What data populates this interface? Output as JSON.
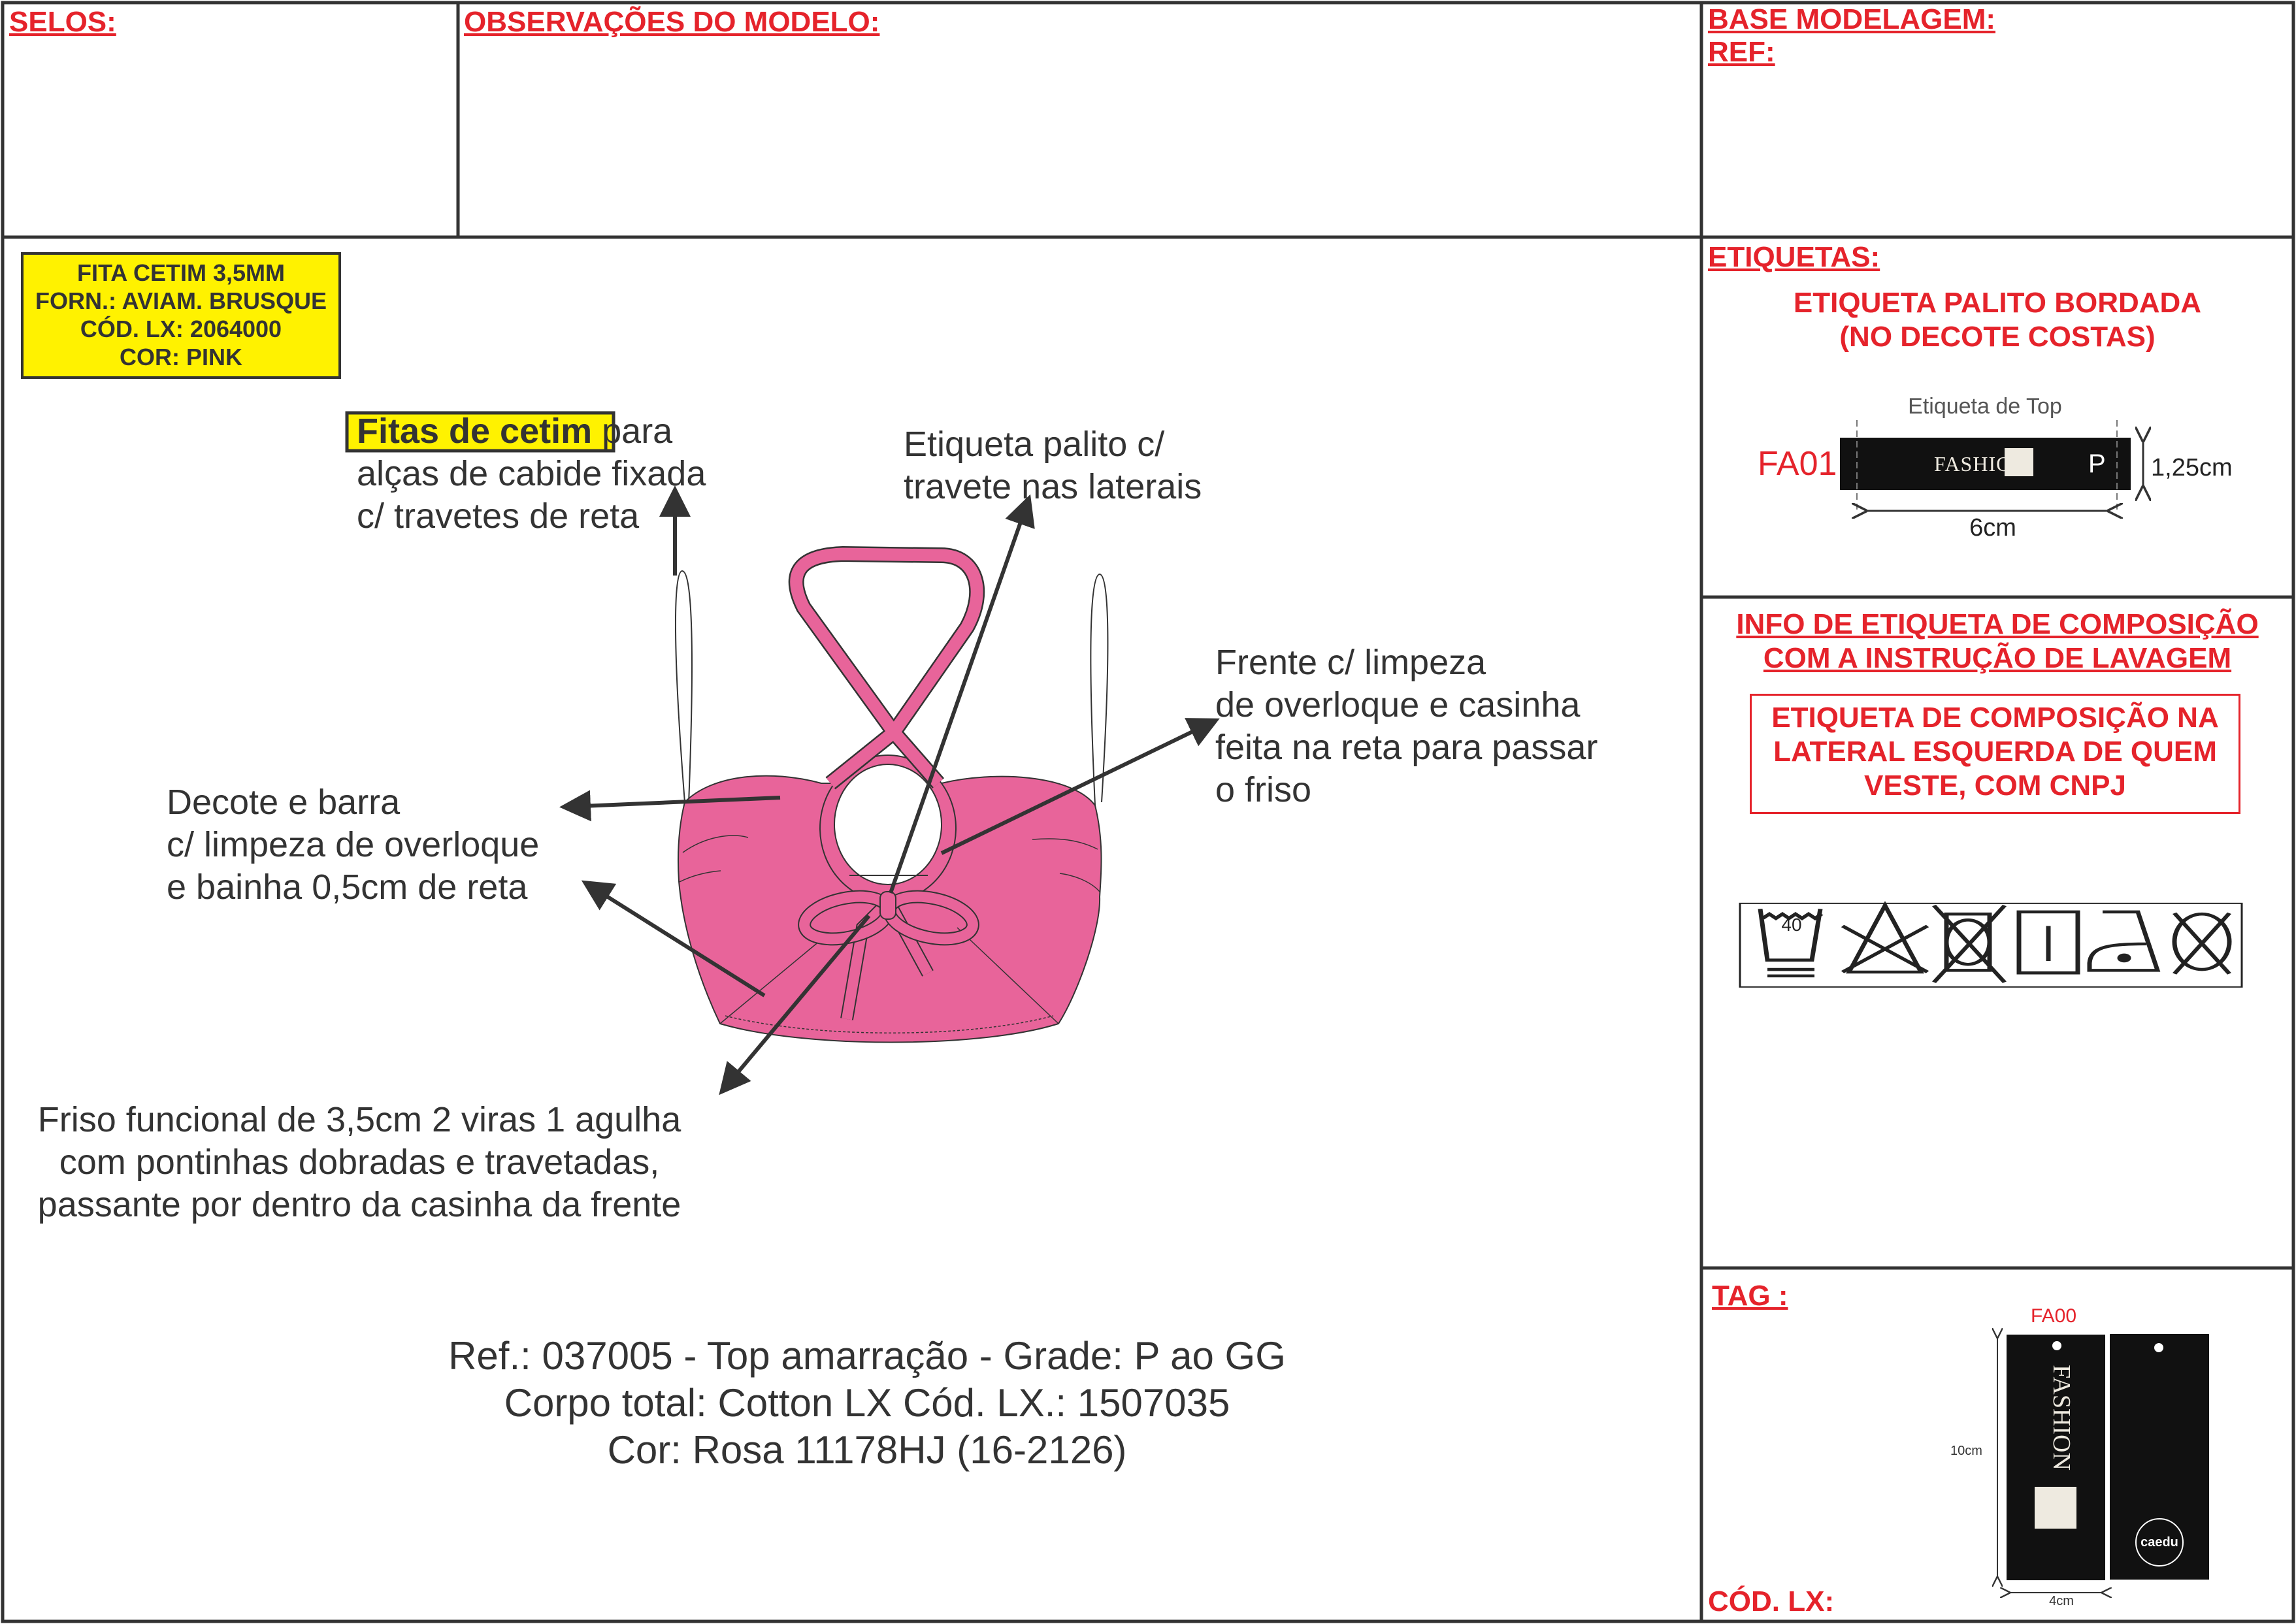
{
  "header": {
    "selos_label": "SELOS:",
    "observacoes_label": "OBSERVAÇÕES DO MODELO:",
    "base_modelagem_label": "BASE MODELAGEM:",
    "ref_label": "REF:"
  },
  "trim_box": {
    "lines": [
      "FITA CETIM 3,5MM",
      "FORN.: AVIAM. BRUSQUE",
      "CÓD. LX: 2064000",
      "COR: PINK"
    ]
  },
  "annotations": {
    "fitas_highlight": "Fitas de cetim",
    "fitas_rest": [
      " para",
      "alças de cabide fixada",
      "c/ travetes de reta"
    ],
    "etiqueta_palito": [
      "Etiqueta palito c/",
      "travete nas laterais"
    ],
    "frente": [
      "Frente c/ limpeza",
      "de overloque e casinha",
      "feita na reta para passar",
      "o friso"
    ],
    "decote": [
      "Decote e barra",
      "c/ limpeza de overloque",
      "e bainha 0,5cm de reta"
    ],
    "friso": [
      "Friso funcional de 3,5cm 2 viras 1 agulha",
      "com pontinhas dobradas e travetadas,",
      "passante por dentro da casinha da frente"
    ]
  },
  "product": {
    "lines": [
      "Ref.: 037005 - Top amarração - Grade: P ao GG",
      "Corpo total: Cotton LX Cód. LX.: 1507035",
      "Cor: Rosa 11178HJ (16-2126)"
    ]
  },
  "etiquetas": {
    "label": "ETIQUETAS:",
    "title": [
      "ETIQUETA PALITO BORDADA",
      "(NO DECOTE COSTAS)"
    ],
    "label_caption": "Etiqueta de Top",
    "code": "FA01",
    "brand": "FASHION",
    "size": "P",
    "height": "1,25cm",
    "width": "6cm"
  },
  "composicao": {
    "title": [
      "INFO DE ETIQUETA DE COMPOSIÇÃO",
      "COM A INSTRUÇÃO DE LAVAGEM"
    ],
    "box_lines": [
      "ETIQUETA DE COMPOSIÇÃO NA",
      "LATERAL ESQUERDA DE QUEM",
      "VESTE, COM CNPJ"
    ],
    "wash_temp": "40",
    "care_icons": [
      "wash-40-gentle-icon",
      "no-bleach-icon",
      "no-tumble-dry-icon",
      "line-dry-icon",
      "iron-low-icon",
      "no-dry-clean-icon"
    ]
  },
  "tag": {
    "label": "TAG :",
    "code": "FA00",
    "brand": "FASHION",
    "back_logo": "caedu",
    "height": "10cm",
    "width": "4cm",
    "cod_lx_label": "CÓD. LX:"
  },
  "colors": {
    "accent_red": "#e5232b",
    "garment_pink": "#e8649a",
    "highlight_yellow": "#fff200"
  }
}
